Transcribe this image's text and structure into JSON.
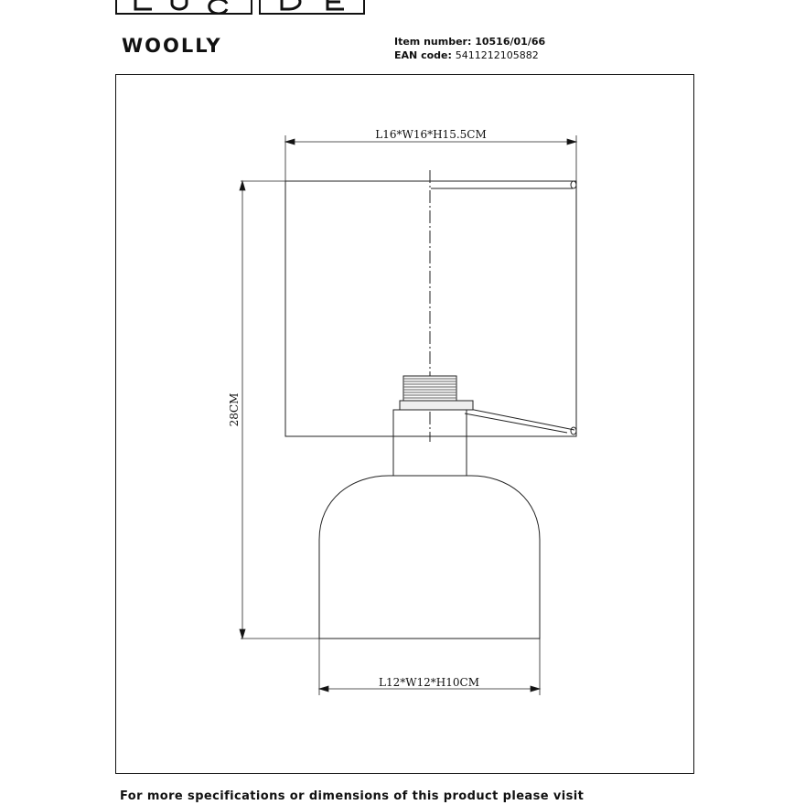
{
  "product": {
    "name": "WOOLLY",
    "item_label": "Item number: ",
    "item_number": "10516/01/66",
    "ean_label": "EAN code: ",
    "ean_code": "5411212105882"
  },
  "dimensions": {
    "shade": "L16*W16*H15.5CM",
    "height": "28CM",
    "base": "L12*W12*H10CM"
  },
  "footer": {
    "text": "For more specifications or dimensions of this product please visit"
  }
}
